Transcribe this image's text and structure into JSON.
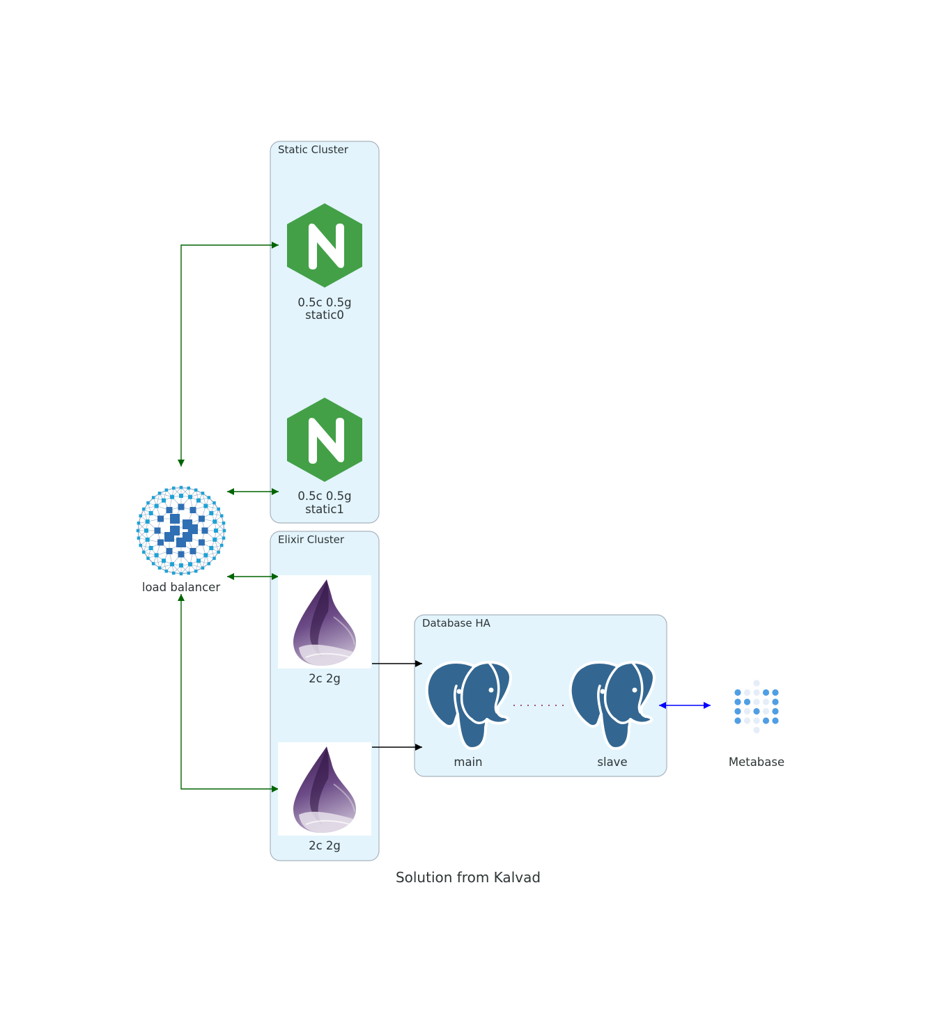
{
  "diagram": {
    "title": "Solution from Kalvad",
    "clusters": {
      "static": {
        "label": "Static Cluster"
      },
      "elixir": {
        "label": "Elixir Cluster"
      },
      "database": {
        "label": "Database HA"
      }
    },
    "nodes": {
      "load_balancer": {
        "label": "load balancer",
        "icon": "load-balancer-network-icon"
      },
      "static0": {
        "label_line1": "0.5c 0.5g",
        "label_line2": "static0",
        "icon": "nginx-icon"
      },
      "static1": {
        "label_line1": "0.5c 0.5g",
        "label_line2": "static1",
        "icon": "nginx-icon"
      },
      "elixir0": {
        "label": "2c 2g",
        "icon": "elixir-icon"
      },
      "elixir1": {
        "label": "2c 2g",
        "icon": "elixir-icon"
      },
      "pg_main": {
        "label": "main",
        "icon": "postgresql-icon"
      },
      "pg_slave": {
        "label": "slave",
        "icon": "postgresql-icon"
      },
      "metabase": {
        "label": "Metabase",
        "icon": "metabase-icon"
      }
    },
    "edges": [
      {
        "from": "load balancer",
        "to": "static0",
        "direction": "both",
        "color": "#006400"
      },
      {
        "from": "load balancer",
        "to": "static1",
        "direction": "both",
        "color": "#006400"
      },
      {
        "from": "load balancer",
        "to": "elixir0",
        "direction": "both",
        "color": "#006400"
      },
      {
        "from": "load balancer",
        "to": "elixir1",
        "direction": "both",
        "color": "#006400"
      },
      {
        "from": "elixir0",
        "to": "main",
        "direction": "forward",
        "color": "#000000"
      },
      {
        "from": "elixir1",
        "to": "main",
        "direction": "forward",
        "color": "#000000"
      },
      {
        "from": "main",
        "to": "slave",
        "direction": "none",
        "style": "dotted",
        "color": "#8b1a4a"
      },
      {
        "from": "slave",
        "to": "Metabase",
        "direction": "both",
        "color": "#0000ff"
      }
    ],
    "colors": {
      "cluster_fill": "#e3f4fc",
      "cluster_border": "#a9b3bd",
      "nginx_green": "#43a047",
      "postgres_blue": "#336791",
      "elixir_purple": "#4e2a62",
      "metabase_blue": "#509ee3"
    }
  }
}
